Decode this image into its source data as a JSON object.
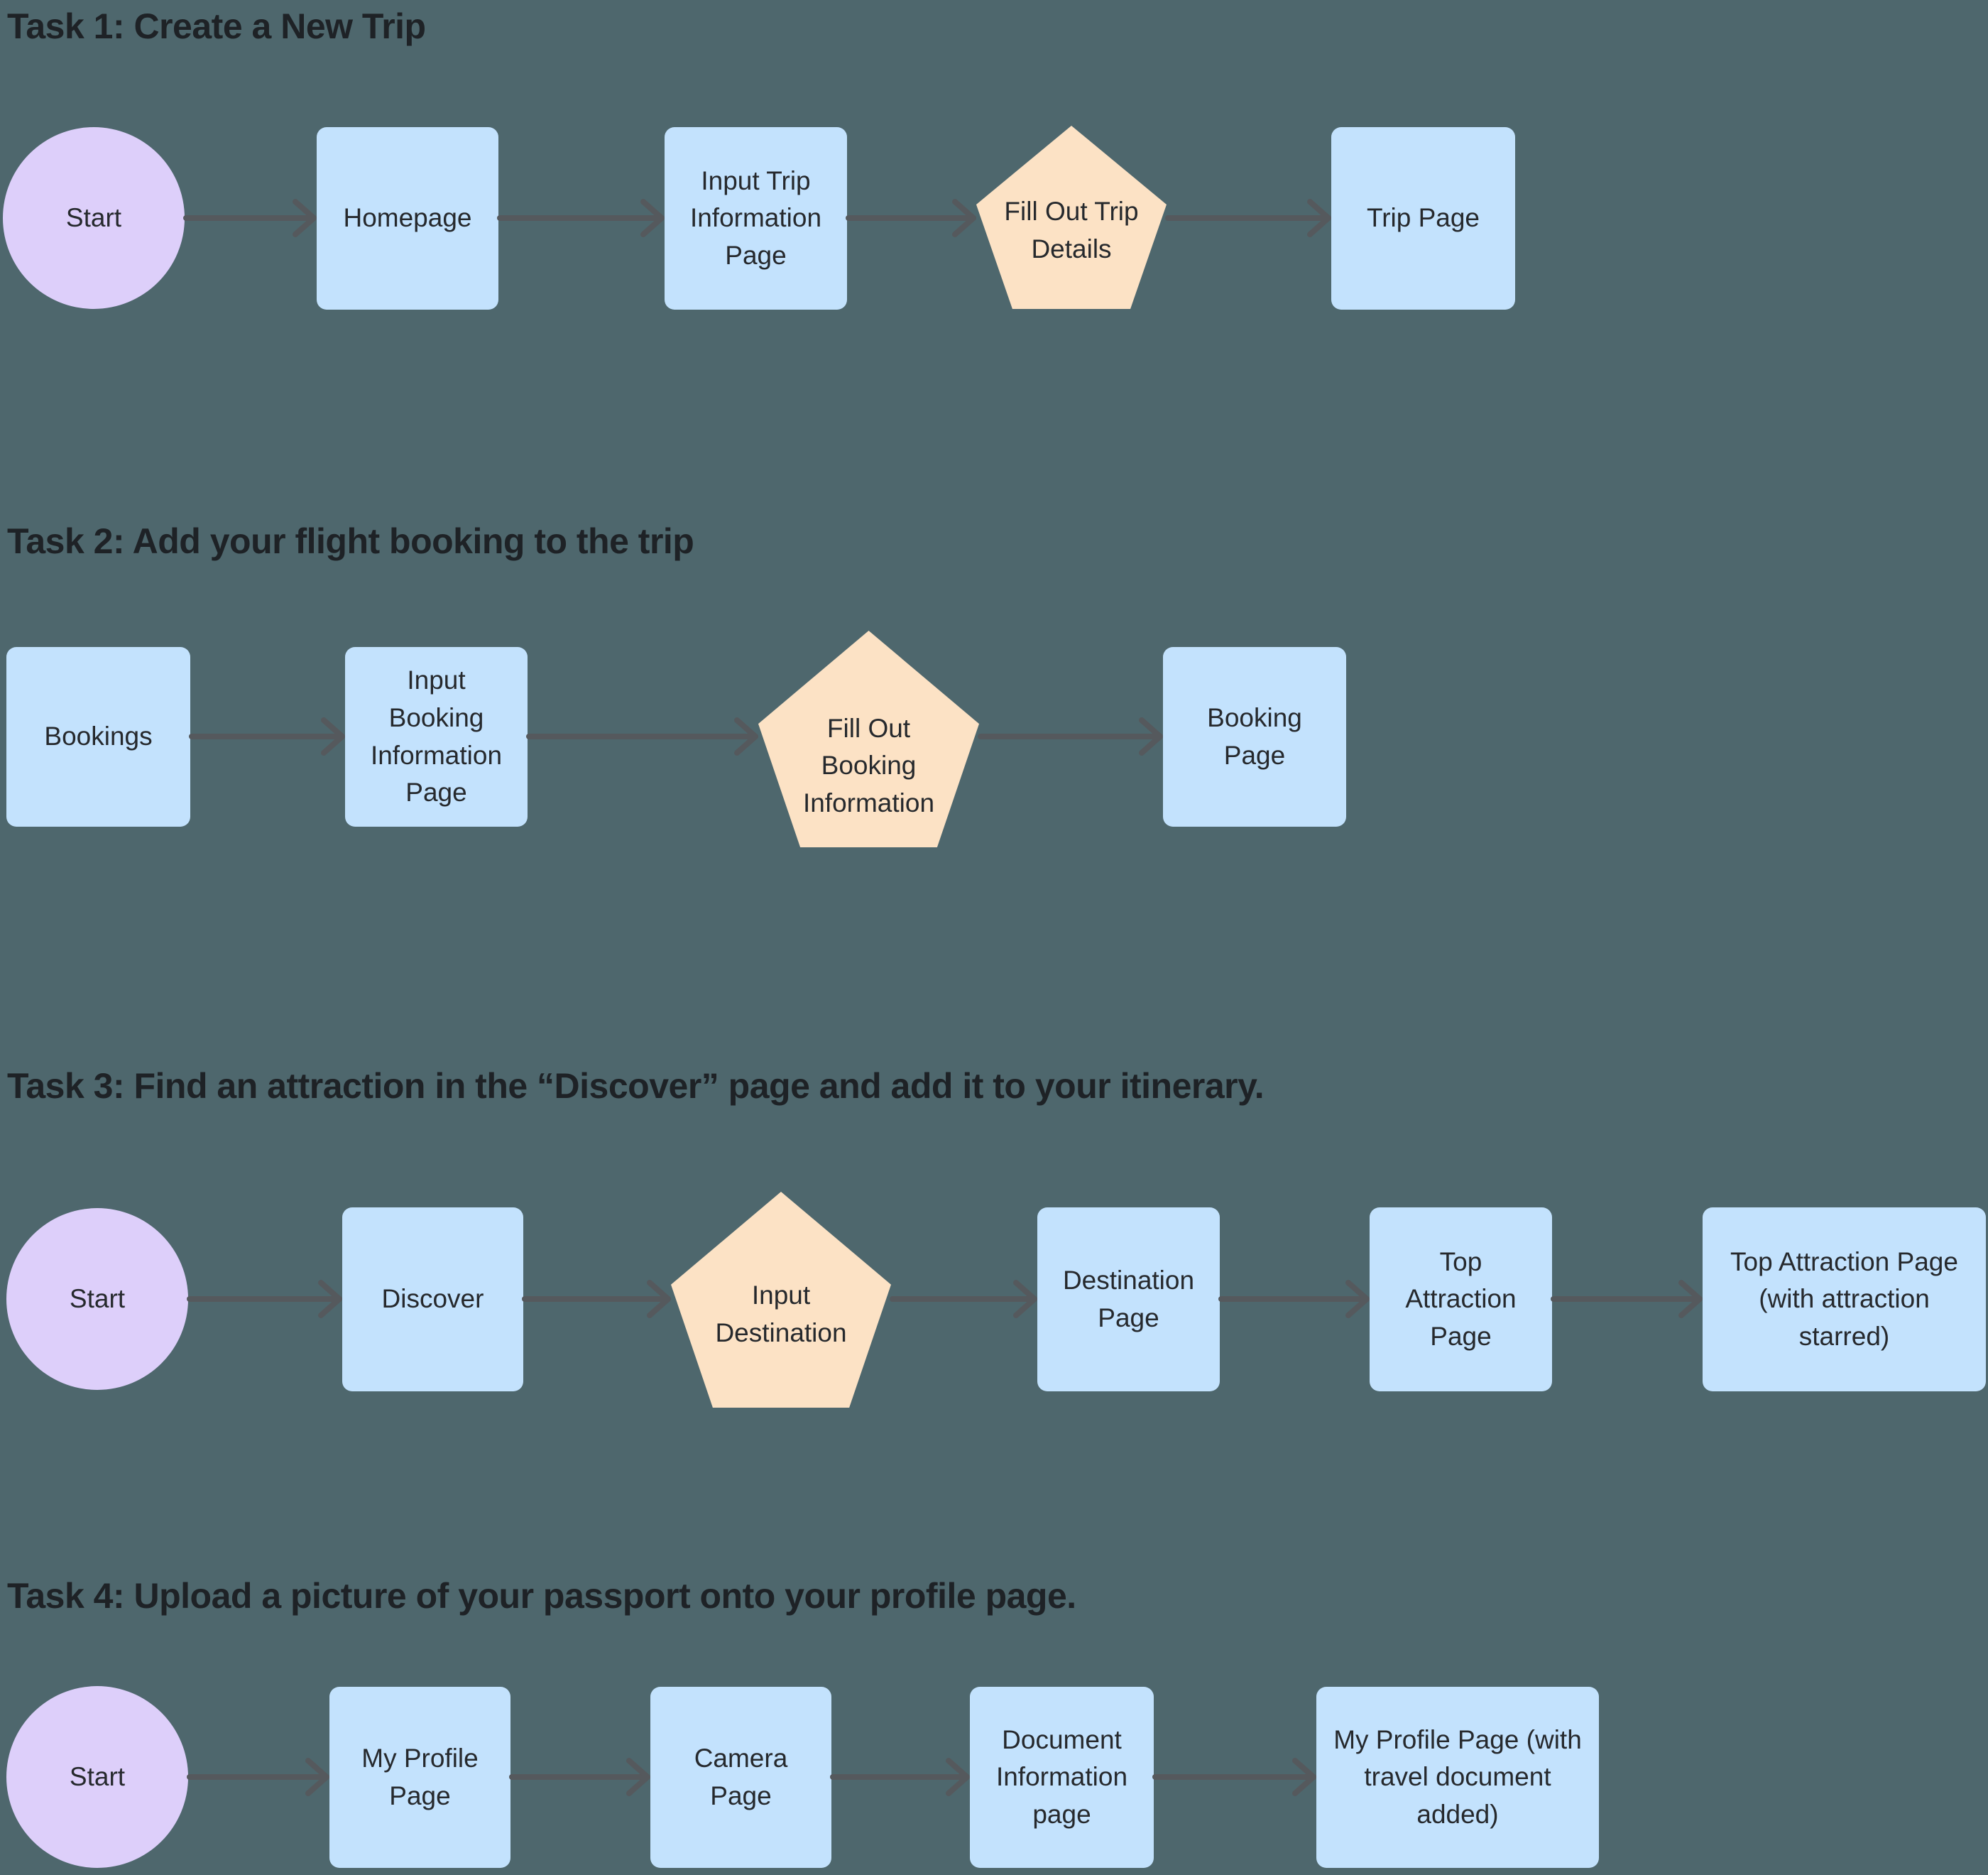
{
  "canvas": {
    "background": "#4e676d",
    "colors": {
      "page_fill": "#c3e2fd",
      "start_fill": "#ddcffa",
      "action_fill": "#fce2c5",
      "arrow": "#55595d",
      "title_text": "#1e2226",
      "node_text": "#26292d"
    }
  },
  "tasks": [
    {
      "title": "Task 1: Create a New Trip",
      "nodes": [
        {
          "type": "start",
          "label": "Start"
        },
        {
          "type": "page",
          "label": "Homepage"
        },
        {
          "type": "page",
          "label": "Input Trip\nInformation\nPage"
        },
        {
          "type": "action",
          "label": "Fill Out Trip\nDetails"
        },
        {
          "type": "page",
          "label": "Trip Page"
        }
      ]
    },
    {
      "title": "Task 2: Add your flight booking to the trip",
      "nodes": [
        {
          "type": "page",
          "label": "Bookings"
        },
        {
          "type": "page",
          "label": "Input\nBooking\nInformation\nPage"
        },
        {
          "type": "action",
          "label": "Fill Out\nBooking\nInformation"
        },
        {
          "type": "page",
          "label": "Booking\nPage"
        }
      ]
    },
    {
      "title": "Task 3: Find an attraction in the “Discover” page and add it to your itinerary.",
      "nodes": [
        {
          "type": "start",
          "label": "Start"
        },
        {
          "type": "page",
          "label": "Discover"
        },
        {
          "type": "action",
          "label": "Input\nDestination"
        },
        {
          "type": "page",
          "label": "Destination\nPage"
        },
        {
          "type": "page",
          "label": "Top\nAttraction\nPage"
        },
        {
          "type": "page",
          "label": "Top Attraction Page\n(with attraction\nstarred)"
        }
      ]
    },
    {
      "title": "Task 4: Upload a picture of your passport onto your profile page.",
      "nodes": [
        {
          "type": "start",
          "label": "Start"
        },
        {
          "type": "page",
          "label": "My Profile\nPage"
        },
        {
          "type": "page",
          "label": "Camera\nPage"
        },
        {
          "type": "page",
          "label": "Document\nInformation\npage"
        },
        {
          "type": "page",
          "label": "My Profile Page (with\ntravel document\nadded)"
        }
      ]
    }
  ]
}
